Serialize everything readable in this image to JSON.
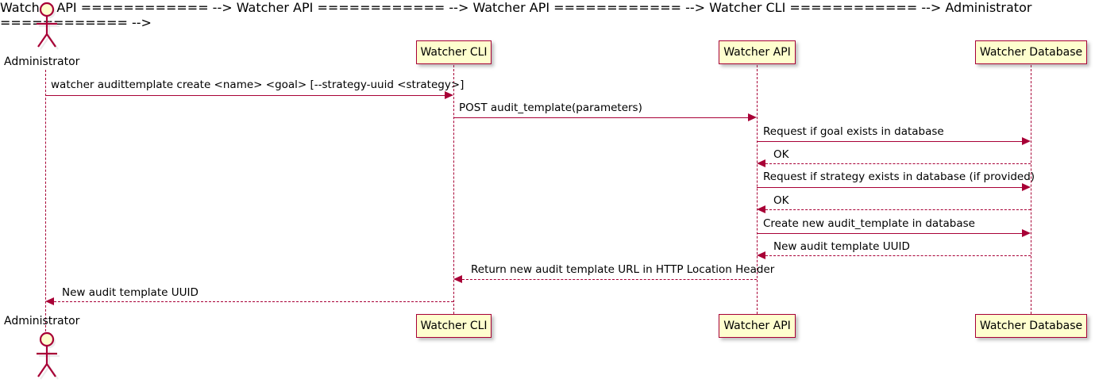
{
  "diagram": {
    "kind": "sequence-diagram",
    "title_text": "",
    "colors": {
      "participant_fill": "#FEFECE",
      "participant_border": "#A80036",
      "line": "#A80036",
      "text": "#000000",
      "background": "#FFFFFF"
    },
    "actors": {
      "administrator_top_label": "Administrator",
      "administrator_bottom_label": "Administrator"
    },
    "participants": [
      {
        "name": "watcher-cli",
        "label": "Watcher CLI"
      },
      {
        "name": "watcher-api",
        "label": "Watcher API"
      },
      {
        "name": "watcher-database",
        "label": "Watcher Database"
      }
    ],
    "participants_bottom": [
      {
        "name": "watcher-cli",
        "label": "Watcher CLI"
      },
      {
        "name": "watcher-api",
        "label": "Watcher API"
      },
      {
        "name": "watcher-database",
        "label": "Watcher Database"
      }
    ],
    "messages": [
      {
        "index": 1,
        "from": "Administrator",
        "to": "Watcher CLI",
        "label": "watcher audittemplate create <name> <goal> [--strategy-uuid <strategy>]",
        "style": "solid",
        "direction": "right"
      },
      {
        "index": 2,
        "from": "Watcher CLI",
        "to": "Watcher API",
        "label": "POST audit_template(parameters)",
        "style": "solid",
        "direction": "right"
      },
      {
        "index": 3,
        "from": "Watcher API",
        "to": "Watcher Database",
        "label": "Request if goal exists in database",
        "style": "solid",
        "direction": "right"
      },
      {
        "index": 4,
        "from": "Watcher Database",
        "to": "Watcher API",
        "label": "OK",
        "style": "dotted",
        "direction": "left"
      },
      {
        "index": 5,
        "from": "Watcher API",
        "to": "Watcher Database",
        "label": "Request if strategy exists in database (if provided)",
        "style": "solid",
        "direction": "right"
      },
      {
        "index": 6,
        "from": "Watcher Database",
        "to": "Watcher API",
        "label": "OK",
        "style": "dotted",
        "direction": "left"
      },
      {
        "index": 7,
        "from": "Watcher API",
        "to": "Watcher Database",
        "label": "Create new audit_template in database",
        "style": "solid",
        "direction": "right"
      },
      {
        "index": 8,
        "from": "Watcher Database",
        "to": "Watcher API",
        "label": "New audit template UUID",
        "style": "dotted",
        "direction": "left"
      },
      {
        "index": 9,
        "from": "Watcher API",
        "to": "Watcher CLI",
        "label": "Return new audit template URL in HTTP Location Header",
        "style": "dotted",
        "direction": "left"
      },
      {
        "index": 10,
        "from": "Watcher CLI",
        "to": "Administrator",
        "label": "New audit template UUID",
        "style": "dotted",
        "direction": "left"
      }
    ]
  }
}
